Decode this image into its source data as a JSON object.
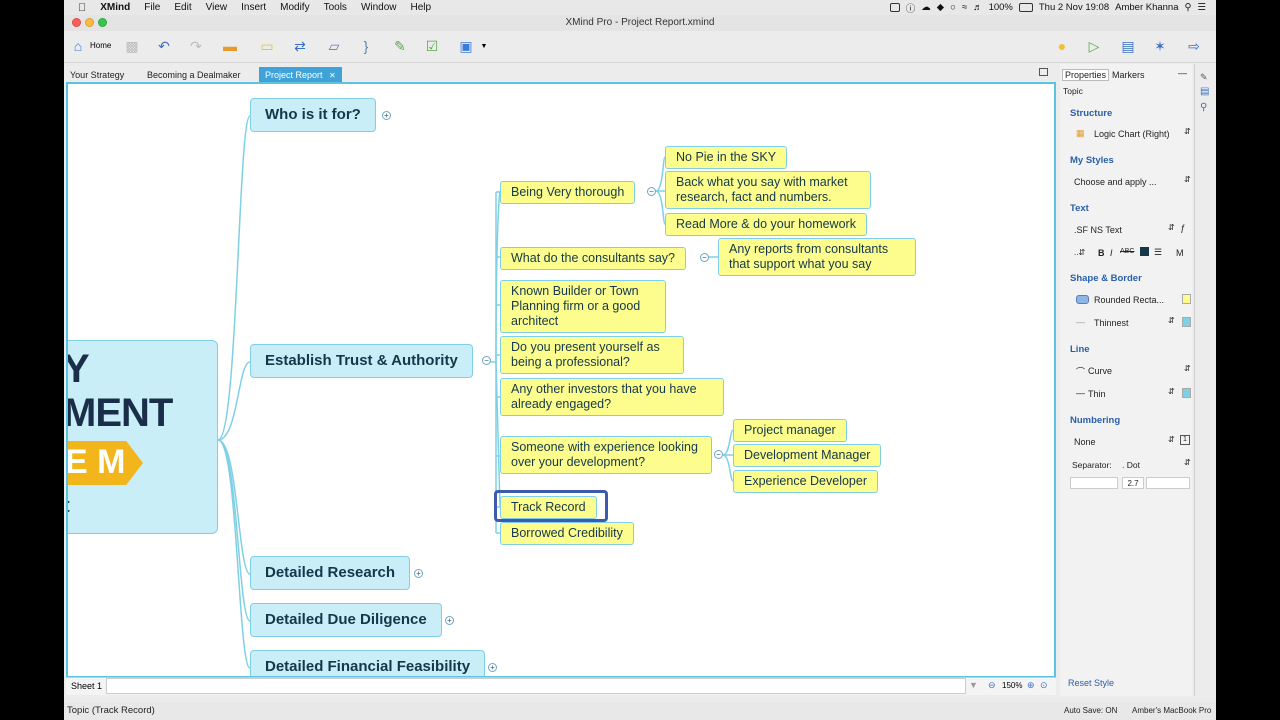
{
  "menubar": {
    "app": "XMind",
    "items": [
      "File",
      "Edit",
      "View",
      "Insert",
      "Modify",
      "Tools",
      "Window",
      "Help"
    ],
    "battery": "100%",
    "datetime": "Thu 2 Nov 19:08",
    "user": "Amber Khanna"
  },
  "window": {
    "title": "XMind Pro - Project Report.xmind"
  },
  "toolbar": {
    "home_label": "Home"
  },
  "tabs": [
    "Your Strategy",
    "Becoming a Dealmaker",
    "Project Report"
  ],
  "central": {
    "line1": "Y",
    "line2": "MENT",
    "line3": "E M",
    "line4": "t"
  },
  "topics": [
    "Who is it for?",
    "Establish Trust & Authority",
    "Detailed Research",
    "Detailed Due Diligence",
    "Detailed Financial Feasibility"
  ],
  "subtopics": {
    "thorough": "Being Very thorough",
    "consultants": "What do the consultants say?",
    "builder": "Known Builder or Town Planning firm or a good architect",
    "professional": "Do you present yourself as being a professional?",
    "investors": "Any other investors that you have already engaged?",
    "experience": "Someone with experience looking over your development?",
    "track": "Track Record",
    "borrowed": "Borrowed Credibility"
  },
  "leaves": {
    "pie": "No Pie in the SKY",
    "backup": "Back what you say with market research, fact and numbers.",
    "readmore": "Read More & do your homework",
    "reports": "Any reports from consultants that support what you say",
    "pm": "Project manager",
    "dm": "Development Manager",
    "ed": "Experience Developer"
  },
  "panel": {
    "tabs": [
      "Properties",
      "Markers"
    ],
    "topic_label": "Topic",
    "structure": {
      "title": "Structure",
      "value": "Logic Chart (Right)"
    },
    "styles": {
      "title": "My Styles",
      "value": "Choose and apply ..."
    },
    "text": {
      "title": "Text",
      "font": ".SF NS Text"
    },
    "shape": {
      "title": "Shape & Border",
      "shape": "Rounded Recta...",
      "border": "Thinnest"
    },
    "line": {
      "title": "Line",
      "style": "Curve",
      "weight": "Thin"
    },
    "numbering": {
      "title": "Numbering",
      "value": "None",
      "separator_label": "Separator:",
      "separator": ". Dot",
      "depth": "2.7"
    },
    "reset": "Reset Style"
  },
  "sheet": {
    "name": "Sheet 1",
    "zoom": "150%"
  },
  "status": {
    "left": "Topic (Track Record)",
    "autosave": "Auto Save: ON",
    "machine": "Amber's MacBook Pro"
  },
  "colors": {
    "topic_fill": "#c9eef8",
    "subtopic_fill": "#fdfd8e",
    "line": "#7fd0e6",
    "selection": "#3c5bb0",
    "active_tab": "#3fa2d8"
  }
}
